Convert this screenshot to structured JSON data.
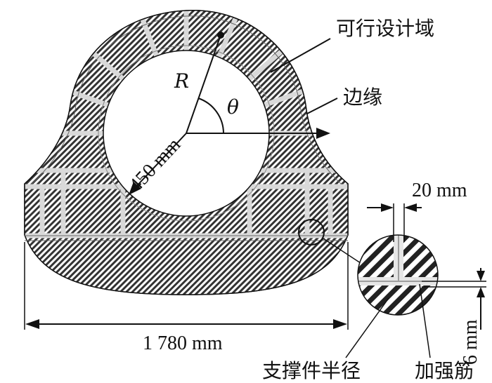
{
  "labels": {
    "design_domain": "可行设计域",
    "edge": "边缘",
    "radius_symbol": "R",
    "angle_symbol": "θ",
    "inner_dimension": "450 mm",
    "total_width": "1 780 mm",
    "gap_width": "20 mm",
    "thickness": "6 mm",
    "support_radius": "支撑件半径",
    "stiffener": "加强筋"
  },
  "colors": {
    "line": "#111111",
    "rib": "#d9d9d9",
    "hatch": "#333333"
  }
}
